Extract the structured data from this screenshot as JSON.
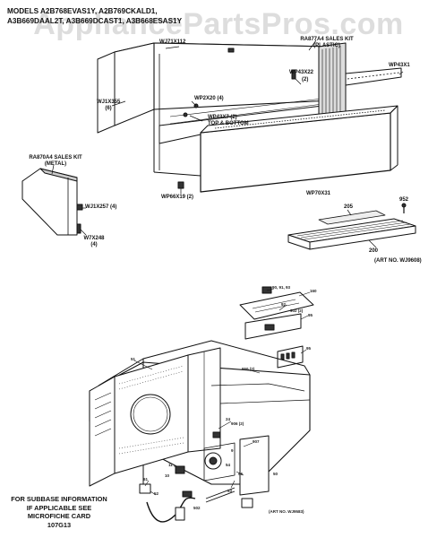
{
  "watermark": "AppliancePartsPros.com",
  "models": {
    "line1": "MODELS A2B768EVAS1Y, A2B769CKALD1,",
    "line2": "A3B669DAAL2T, A3B669DCAST1, A3B668ESAS1Y"
  },
  "labels": {
    "ra877a4": "RA877A4 SALES KIT",
    "plastic": "(PLASTIC)",
    "wj71x112": "WJ71X112",
    "wp43x1": "WP43X1",
    "wp43x22": "WP43X22",
    "wp43x22_qty": "(2)",
    "wj1x355": "WJ1X355",
    "wj1x355_qty": "(6)",
    "wp2x20": "WP2X20 (4)",
    "wp43x7": "WP43X7 (2)",
    "top_bottom": "TOP & BOTTOM",
    "ra870a4": "RA870A4 SALES KIT",
    "metal": "(METAL)",
    "wj1x257": "WJ1X257 (4)",
    "w7x248": "W7X248",
    "w7x248_qty": "(4)",
    "wp66x19": "WP66X19 (2)",
    "wp70x31": "WP70X31",
    "n952": "952",
    "n205": "205",
    "n200": "200",
    "art_upper": "(ART NO. WJ9608)",
    "art_lower": "(ART NO. WJ9583)",
    "c1": "90, 91, 93",
    "c2": "160",
    "c3": "92",
    "c4": "902 (2)",
    "c5": "95",
    "c6": "51",
    "c7": "950 (2)",
    "c8": "24",
    "c9": "906 (2)",
    "c10": "907",
    "c11": "9",
    "c12": "50",
    "c13": "11",
    "c14": "10",
    "c15": "61",
    "c16": "54",
    "c17": "56",
    "c18": "52",
    "c19": "53",
    "c20": "502"
  },
  "subbase": {
    "line1": "FOR SUBBASE INFORMATION",
    "line2": "IF APPLICABLE SEE",
    "line3": "MICROFICHE CARD",
    "line4": "107G13"
  }
}
